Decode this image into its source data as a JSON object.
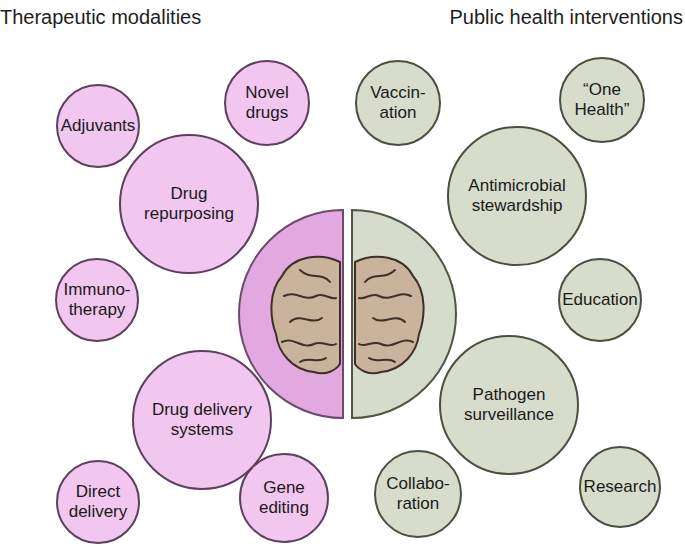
{
  "diagram": {
    "nodes": [
      {
        "text": [
          "Adjuvants"
        ]
      },
      {
        "text": [
          "Novel drugs"
        ]
      },
      {
        "text": [
          "Drug repurposing"
        ]
      },
      {
        "text": [
          "Immuno- therapy"
        ]
      },
      {
        "text": [
          "Drug delivery systems"
        ]
      },
      {
        "text": [
          "Direct delivery"
        ]
      },
      {
        "text": [
          "Gene editing"
        ]
      },
      {
        "text": [
          "Vaccin- ation"
        ]
      },
      {
        "text": [
          "“One Health”"
        ]
      },
      {
        "text": [
          "Antimicrobial stewardship"
        ]
      },
      {
        "text": [
          "Education"
        ]
      },
      {
        "text": [
          "Pathogen surveillance"
        ]
      },
      {
        "text": [
          "Research"
        ]
      },
      {
        "text": [
          "Collabo- ration"
        ]
      }
    ],
    "labels": [
      "Therapeutic modalities",
      "Public health interventions"
    ]
  }
}
